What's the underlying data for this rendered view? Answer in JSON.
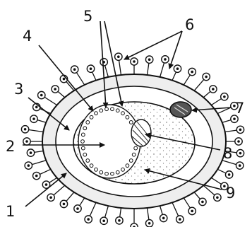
{
  "diagram": {
    "labels": [
      {
        "id": "l1",
        "text": "1"
      },
      {
        "id": "l2",
        "text": "2"
      },
      {
        "id": "l3",
        "text": "3"
      },
      {
        "id": "l4",
        "text": "4"
      },
      {
        "id": "l5",
        "text": "5"
      },
      {
        "id": "l6",
        "text": "6"
      },
      {
        "id": "l7",
        "text": "7"
      },
      {
        "id": "l8",
        "text": "8"
      },
      {
        "id": "l9",
        "text": "9"
      }
    ],
    "colors": {
      "ink": "#111111",
      "background": "#ffffff"
    }
  }
}
